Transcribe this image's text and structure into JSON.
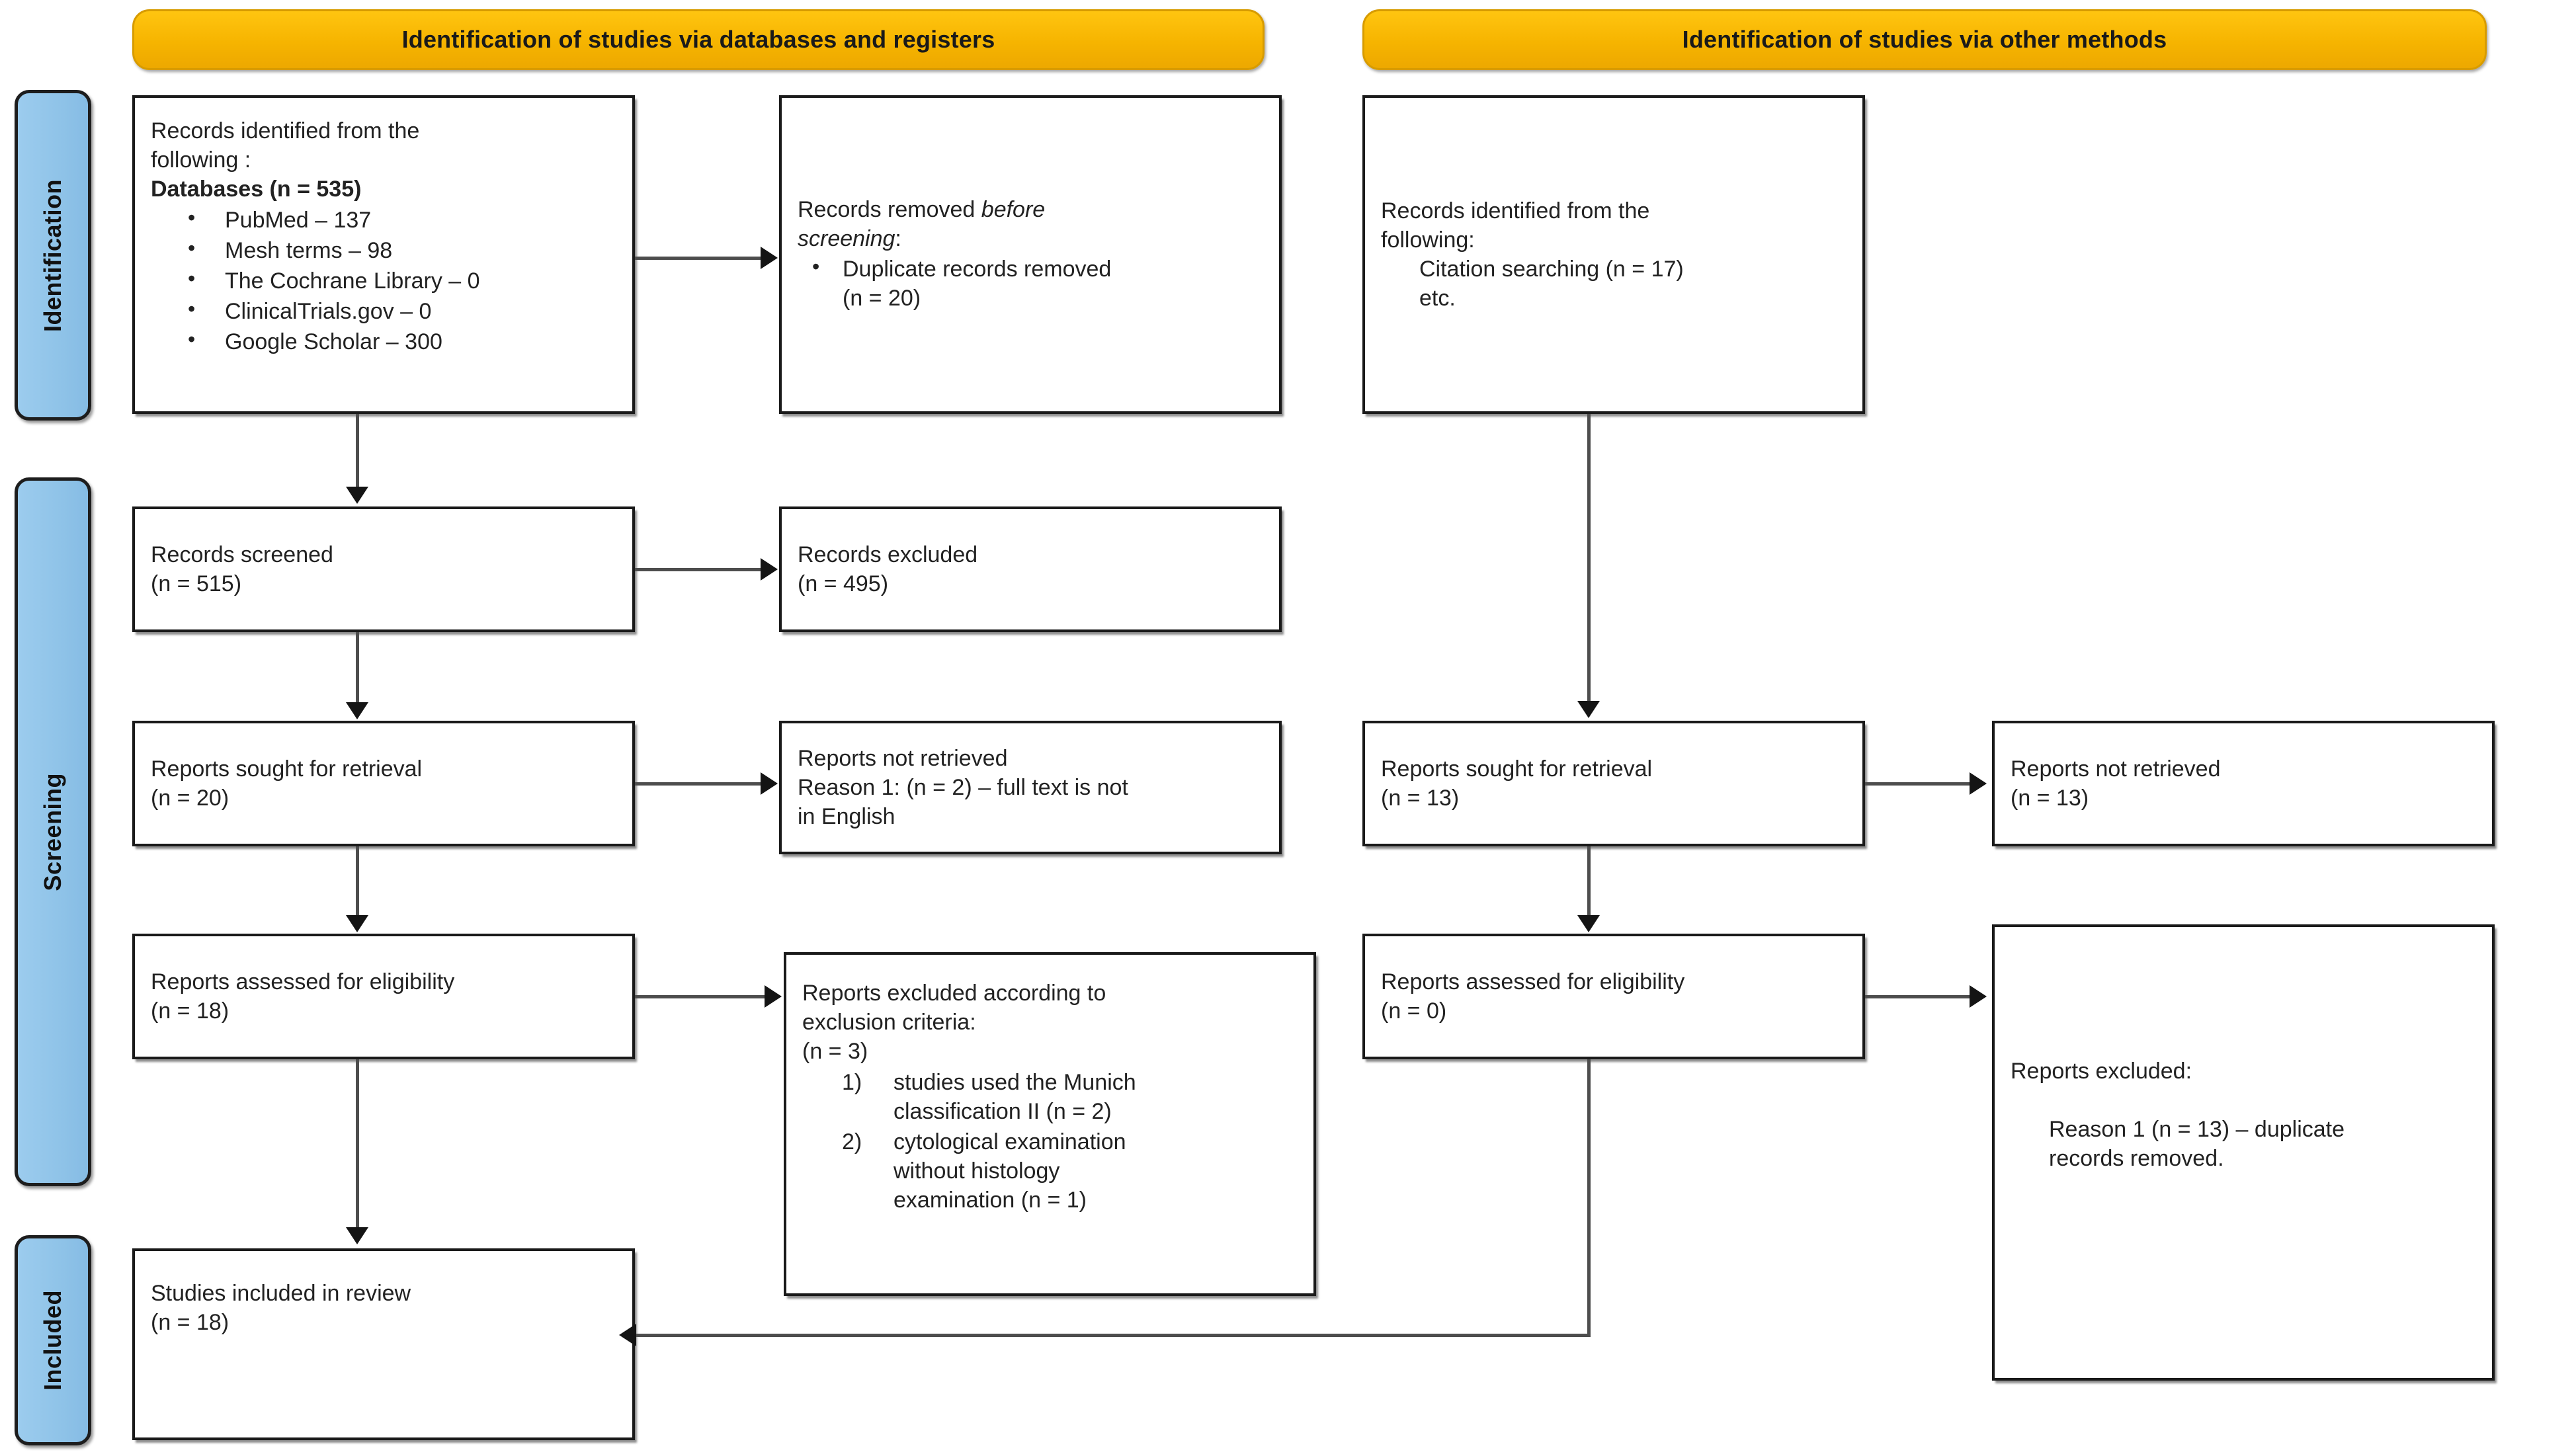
{
  "diagram": {
    "title": "PRISMA 2020 flow diagram",
    "colors": {
      "banner_fill": "#F6B400",
      "banner_border": "#D79B00",
      "sidebar_fill": "#8FC3E8",
      "sidebar_border": "#1d1d1d",
      "box_border": "#1a1a1a",
      "connector": "#4d4d4d",
      "text": "#222222"
    }
  },
  "banners": {
    "databases": "Identification of studies via databases and registers",
    "other": "Identification of studies via other methods"
  },
  "stages": {
    "identification": "Identification",
    "screening": "Screening",
    "included": "Included"
  },
  "left_column": {
    "records_identified": {
      "line1": "Records identified from the",
      "line2": "following :",
      "bold_line": "Databases (n = 535)",
      "sources": [
        "PubMed – 137",
        "Mesh terms – 98",
        "The Cochrane Library – 0",
        "ClinicalTrials.gov – 0",
        "Google Scholar – 300"
      ]
    },
    "records_removed": {
      "line1": "Records removed ",
      "italic1": "before",
      "italic2": "screening",
      "colon": ":",
      "bullet1_line1": "Duplicate records removed",
      "bullet1_line2": "(n = 20)"
    },
    "records_screened": {
      "label": "Records screened",
      "count": "(n = 515)"
    },
    "records_excluded": {
      "label": "Records excluded",
      "count": "(n = 495)"
    },
    "reports_sought": {
      "label": "Reports sought for retrieval",
      "count": "(n = 20)"
    },
    "reports_not_retrieved": {
      "label": "Reports not retrieved",
      "reason_line1": "Reason 1: (n = 2) – full text is not",
      "reason_line2": "in English"
    },
    "reports_assessed": {
      "label": "Reports assessed for eligibility",
      "count": "(n = 18)"
    },
    "reports_excluded_criteria": {
      "line1": "Reports excluded according to",
      "line2": "exclusion criteria:",
      "count": "(n = 3)",
      "items": [
        {
          "line1": "studies used the Munich",
          "line2": "classification II (n = 2)"
        },
        {
          "line1": "cytological examination",
          "line2": "without histology",
          "line3": "examination (n = 1)"
        }
      ]
    },
    "studies_included": {
      "label": "Studies included in review",
      "count": "(n = 18)"
    }
  },
  "right_column": {
    "records_identified_other": {
      "line1": "Records identified from the",
      "line2": "following:",
      "line3": "Citation searching (n = 17)",
      "line4": "etc."
    },
    "reports_sought": {
      "label": "Reports sought for retrieval",
      "count": "(n = 13)"
    },
    "reports_not_retrieved": {
      "label": "Reports not retrieved",
      "count": "(n = 13)"
    },
    "reports_assessed": {
      "label": "Reports assessed for eligibility",
      "count": "(n = 0)"
    },
    "reports_excluded": {
      "label": "Reports excluded:",
      "reason_line1": "Reason 1 (n = 13) – duplicate",
      "reason_line2": "records removed."
    }
  }
}
